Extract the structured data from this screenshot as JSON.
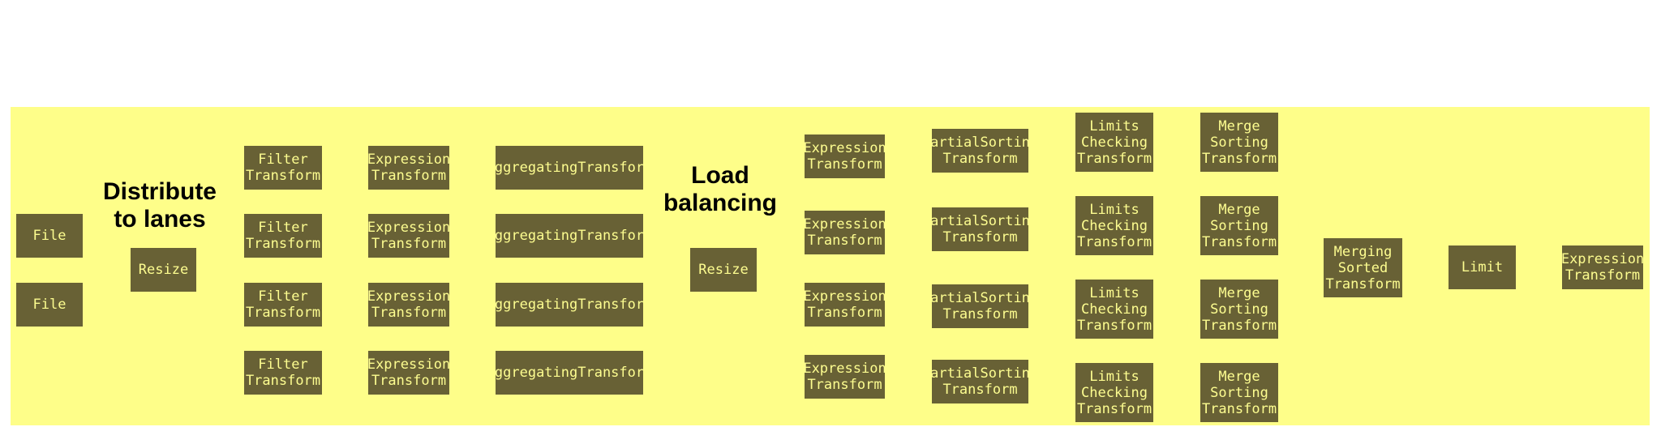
{
  "annotations": {
    "distribute": "Distribute\nto lanes",
    "load_balancing": "Load\nbalancing"
  },
  "nodes": {
    "file1": "File",
    "file2": "File",
    "resize1": "Resize",
    "filter1": "Filter\nTransform",
    "filter2": "Filter\nTransform",
    "filter3": "Filter\nTransform",
    "filter4": "Filter\nTransform",
    "expr1": "Expression\nTransform",
    "expr2": "Expression\nTransform",
    "expr3": "Expression\nTransform",
    "expr4": "Expression\nTransform",
    "agg1": "AggregatingTransform",
    "agg2": "AggregatingTransform",
    "agg3": "AggregatingTransform",
    "agg4": "AggregatingTransform",
    "resize2": "Resize",
    "expr5": "Expression\nTransform",
    "expr6": "Expression\nTransform",
    "expr7": "Expression\nTransform",
    "expr8": "Expression\nTransform",
    "psort1": "PartialSorting\nTransform",
    "psort2": "PartialSorting\nTransform",
    "psort3": "PartialSorting\nTransform",
    "psort4": "PartialSorting\nTransform",
    "limits1": "Limits\nChecking\nTransform",
    "limits2": "Limits\nChecking\nTransform",
    "limits3": "Limits\nChecking\nTransform",
    "limits4": "Limits\nChecking\nTransform",
    "msort1": "Merge\nSorting\nTransform",
    "msort2": "Merge\nSorting\nTransform",
    "msort3": "Merge\nSorting\nTransform",
    "msort4": "Merge\nSorting\nTransform",
    "merged": "Merging\nSorted\nTransform",
    "limit": "Limit",
    "exprfinal": "Expression\nTransform"
  },
  "colors": {
    "background": "#fefe89",
    "node_fill": "#686135",
    "node_text": "#fdfd90",
    "edge": "#4d4a2e"
  }
}
